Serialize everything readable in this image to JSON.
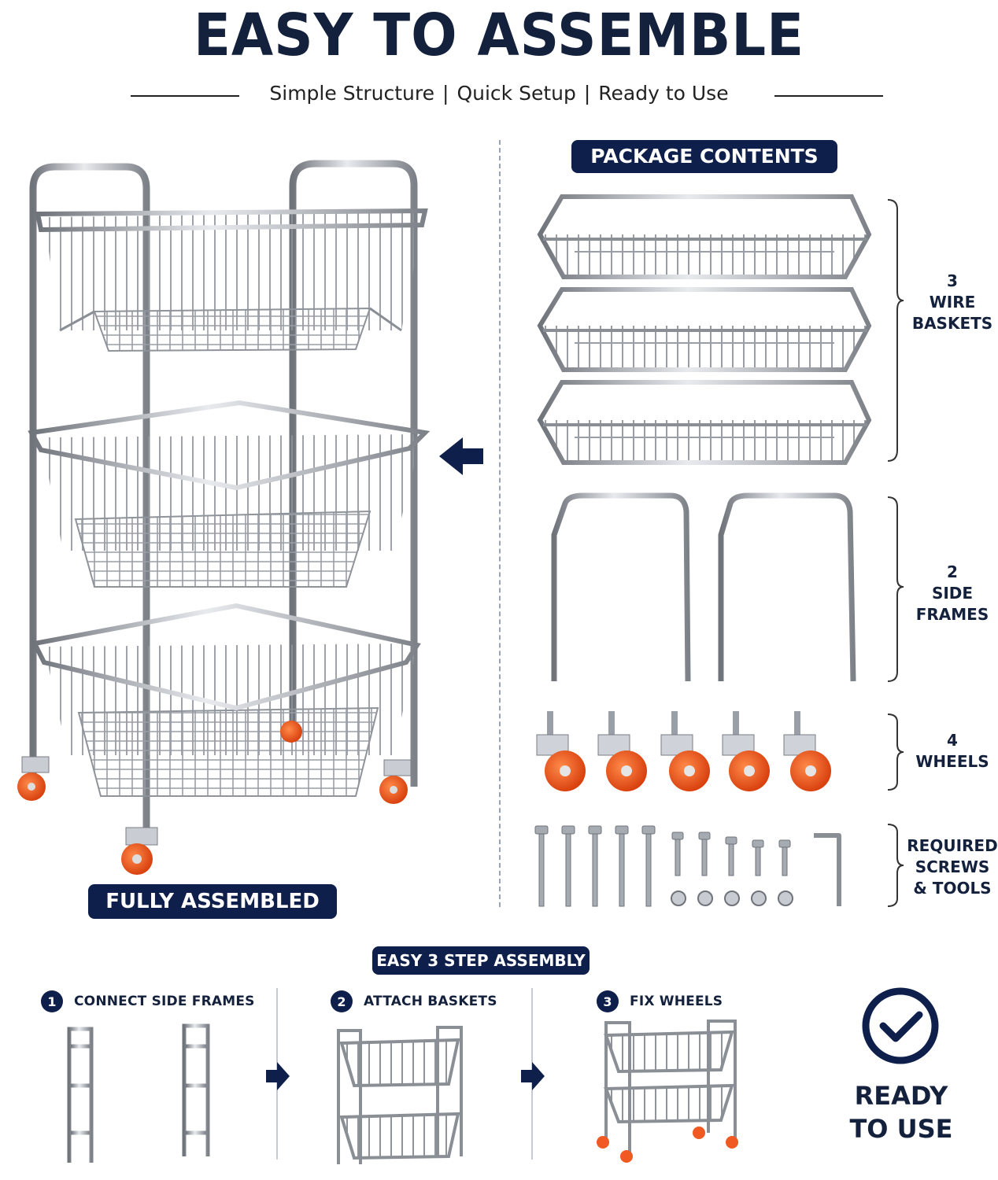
{
  "header": {
    "title": "EASY TO ASSEMBLE",
    "subtitle": {
      "part1": "Simple Structure",
      "part2": "Quick Setup",
      "part3": "Ready to Use",
      "separator": "|"
    }
  },
  "package": {
    "title": "PACKAGE CONTENTS",
    "groups": [
      {
        "line1": "3",
        "line2": "WIRE",
        "line3": "BASKETS"
      },
      {
        "line1": "2",
        "line2": "SIDE",
        "line3": "FRAMES"
      },
      {
        "line1": "4",
        "line2": "WHEELS"
      },
      {
        "line1": "REQUIRED",
        "line2": "SCREWS",
        "line3": "& TOOLS"
      }
    ]
  },
  "assembled": {
    "label": "FULLY ASSEMBLED"
  },
  "steps": {
    "title": "EASY 3 STEP ASSEMBLY",
    "items": [
      {
        "number": "1",
        "label": "CONNECT SIDE FRAMES"
      },
      {
        "number": "2",
        "label": "ATTACH BASKETS"
      },
      {
        "number": "3",
        "label": "FIX WHEELS"
      }
    ]
  },
  "ready": {
    "line1": "READY",
    "line2": "TO USE"
  },
  "colors": {
    "navy": "#0f1f4b",
    "chrome": "#9a9ea6",
    "wheel": "#f05a22",
    "ready_bg": "#e3e8f4"
  }
}
